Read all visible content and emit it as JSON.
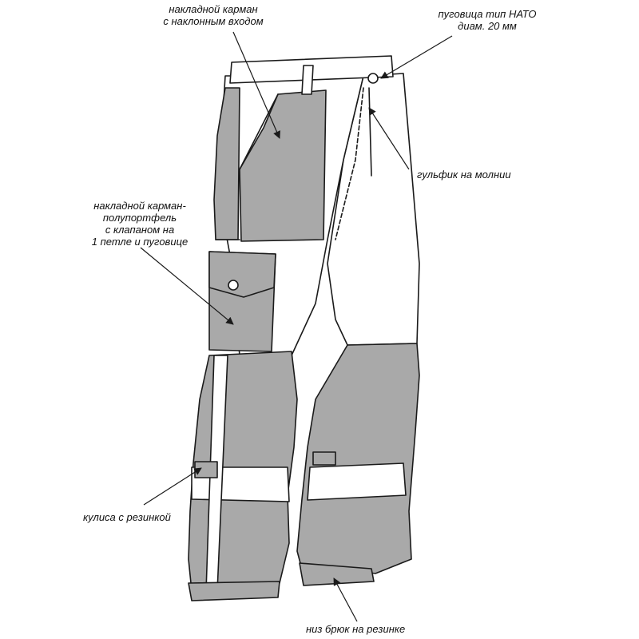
{
  "colors": {
    "fill_gray": "#a9a9a9",
    "fill_white": "#ffffff",
    "outline": "#1a1a1a"
  },
  "labels": {
    "slant_pocket": {
      "line1": "накладной карман",
      "line2": "с наклонным входом"
    },
    "nato_button": {
      "line1": "пуговица тип НАТО",
      "line2": "диам. 20 мм"
    },
    "fly": {
      "text": "гульфик на молнии"
    },
    "cargo_pocket": {
      "line1": "накладной карман-",
      "line2": "полупортфель",
      "line3": "с клапаном на",
      "line4": "1 петле и пуговице"
    },
    "drawstring": {
      "text": "кулиса с резинкой"
    },
    "hem": {
      "text": "низ брюк на резинке"
    }
  }
}
